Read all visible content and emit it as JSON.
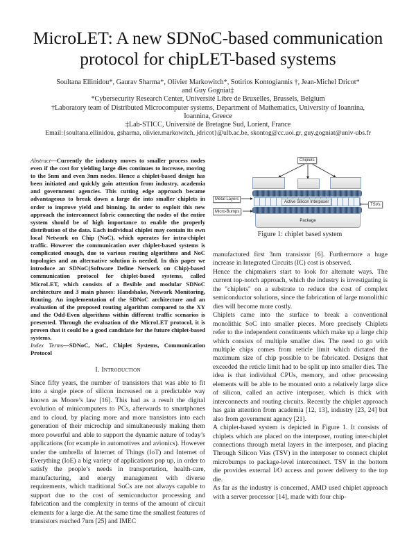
{
  "paper": {
    "title_line1": "MicroLET: A new SDNoC-based communication",
    "title_line2": "protocol for chipLET-based systems",
    "authors_line1": "Soultana Ellinidou*, Gaurav Sharma*, Olivier Markowitch*, Sotirios Kontogiannis †, Jean-Michel Dricot*",
    "authors_line2": "and Guy Gogniat‡",
    "affiliation1": "*Cybersecurity Research Center, Université Libre de Bruxelles, Brussels, Belgium",
    "affiliation2": "†Laboratory team of Distributed Microcomputer systems, Department of Mathematics, University of Ioannina, Ioannina, Greece",
    "affiliation3": "‡Lab-STICC, Université de Bretagne Sud, Lorient, France",
    "email": "Email:{soultana.ellinidou, gsharma, olivier.markowitch, jdricot}@ulb.ac.be, skontog@cc.uoi.gr, guy.gogniat@univ-ubs.fr"
  },
  "abstract": {
    "lead": "Abstract",
    "text": "—Currently the industry moves to smaller process nodes even if the cost for yielding large dies continues to increase, moving to the 5nm and even 3nm nodes. Hence a chiplet-based design has been initiated and quickly gain attention from industry, academia and government agencies. This cutting edge approach became advantageous to break down a large die into smaller chiplets in order to improve yield and binning. In order to exploit this new approach the interconnect fabric connecting the nodes of the entire system should be of high importance to enable the properly distribution of the data. Each individual chiplet may contain its own local Network on Chip (NoC), which operates for intra-chiplet traffic. However the communication over chiplet-based systems is complicated enough, due to various routing algorithms and NoC topologies and an alternative solution is needed. In this paper we introduce an SDNoC(Software Define Network on Chip)-based communication protocol for chiplet-based systems, called MicroLET, which consists of a flexible and modular SDNoC architecture and 3 main phases: Handshake, Network Monitoring, Routing. An implementation of the SDNoC architecture and an evaluation of the proposed routing algorithm compared to the XY and the Odd-Even algorithms within different traffic scenarios is presented. Through the evaluation of the MicroLET protocol, it is proven that it could be a good candidate for the future chiplet-based systems."
  },
  "index_terms": {
    "lead": "Index Terms",
    "text": "—SDNoC, NoC, Chiplet Systems, Communication Protocol"
  },
  "section1": {
    "number": "I.",
    "title": "Introduction"
  },
  "body": {
    "left_p1": "Since fifty years, the number of transistors that was able to fit into a single piece of silicon increased on a predictable way known as Moore’s law [16]. This had as a result the digital evolution of minicomputers to PCs, afterwards to smartphones and to cloud, by placing more and more transistors into each generation of their microchip and simultaneously making them more powerful and able to support the dynamic nature of today’s applications (for example in automotives and avionics). However under the umbrella of Internet of Things (IoT) and Internet of Everything (IoE) a big variety of applications pop up, in order to satisfy the people’s needs in transportation, health-care, manufacturing, and energy management with diverse requirements, which traditional SoCs are not always capable to support due to the cost of semiconductor processing and fabrication and the complexity in terms of the amount of circuit elements for a large die. At the same time the smallest features of transistors reached 7nm [25] and IMEC",
    "right_p1": "manufactured first 3nm transistor [6]. Furthermore a huge increase in Integrated Circuits (IC) cost is observed.",
    "right_p2": "Hence the chipmakers start to look for alternate ways. The current top-notch approach, which the industry is investigating is the \"chiplets\" on a substrate to reduce the cost of complex semiconductor solutions, since the fabrication of large monolithic dies will become more costly.",
    "right_p3": "Chiplets came into the surface to break a conventional monolithic SoC into smaller pieces. More precisely Chiplets refer to the independent constituents which make up a large chip which consists of multiple smaller dies. The need to go with multiple chips comes from reticle limit which dictated the maximum size of chip possible to be fabricated. Designs that exceeded the reticle limit had to be split up into smaller dies. The idea is that individual CPUs, memory, and other processing elements will be able to be mounted onto a relatively large slice of silicon, called an active interposer, which is thick with interconnects and routing circuits. Recently the chiplet approach has gain attention from academia [12, 13], industry [23, 24] but also from government agency [21].",
    "right_p4": "A chiplet-based system is depicted in Figure 1. It consists of chiplets which are placed on the interposer, routing inter-chiplet connections through metal layers in the interposer, and placing Through Silicon Vias (TSV) in the interposer to connect chiplet microbumps to package-level interconnect. TSV in the bottom die provides external I/O access and power delivery to the top die.",
    "right_p5": "As far as the industry is concerned, AMD used chiplet approach with a server processor [14], made with four chip-"
  },
  "figure1": {
    "caption": "Figure 1: chiplet based system",
    "labels": {
      "chiplets": "Chiplets",
      "metal_layers": "Metal Layers",
      "micro_bumps": "Micro-Bumps",
      "tsvs": "TSVs",
      "interposer": "Active Silicon Interposer",
      "package": "Package"
    },
    "colors": {
      "bump_dark": "#3d5675",
      "bump_light": "#6f8bb0",
      "outline": "#8aa3c2"
    }
  }
}
